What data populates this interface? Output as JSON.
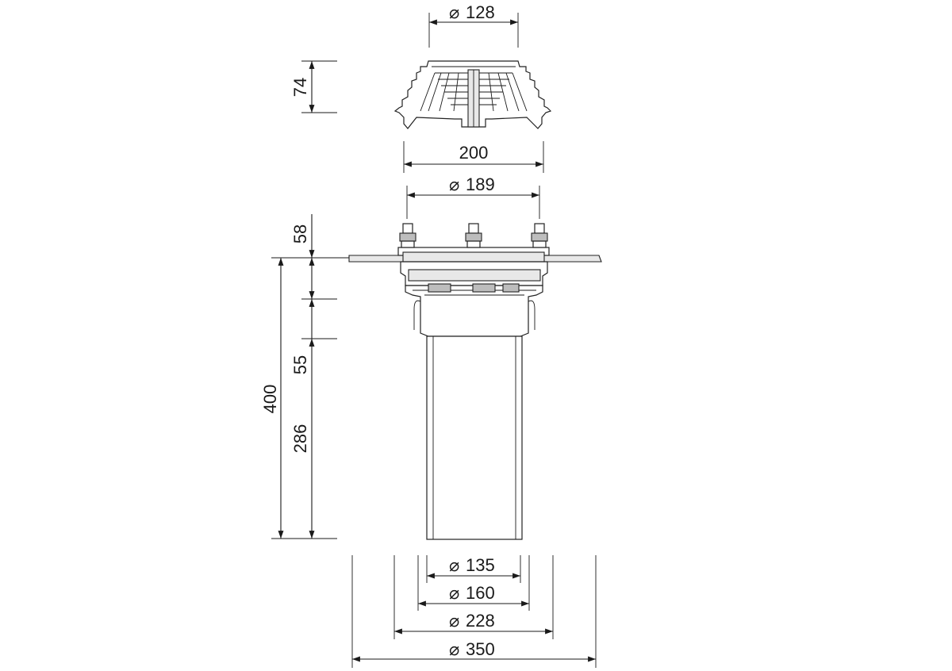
{
  "dimensions": {
    "top_grate_diameter": "128",
    "grate_height": "74",
    "flange_width": "200",
    "flange_diameter": "189",
    "clamp_height": "58",
    "total_height": "400",
    "collar_height": "55",
    "pipe_length": "286",
    "pipe_inner_diameter": "135",
    "pipe_outer_diameter": "160",
    "body_diameter": "228",
    "flange_outer_diameter": "350"
  },
  "symbols": {
    "diameter": "⌀"
  }
}
